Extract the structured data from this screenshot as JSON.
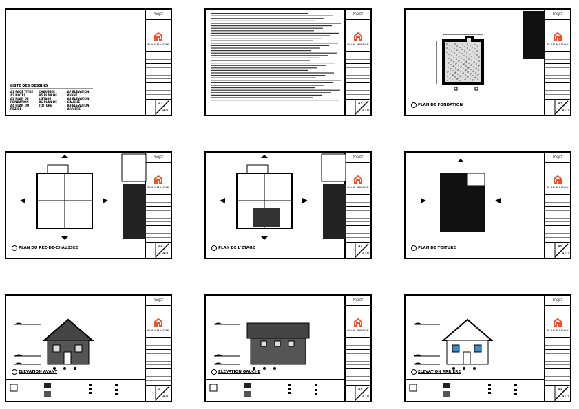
{
  "title_block": {
    "project_label": "PROJET",
    "brand": "PLAN MAISON",
    "accent": "#e8552b"
  },
  "sheets": [
    {
      "type": "list",
      "title": "LISTE DES DESSINS",
      "number": "A1",
      "total": "A10",
      "list_items": [
        "A1 PAGE TITRE",
        "A2 NOTES",
        "A3 PLAN DE FONDATION",
        "A4 PLAN DU REZ-DE-CHAUSSEE",
        "A5 PLAN DE L'ETAGE",
        "A6 PLAN DE TOITURE",
        "A7 ELEVATION AVANT",
        "A8 ELEVATION GAUCHE",
        "A9 ELEVATION ARRIERE"
      ]
    },
    {
      "type": "notes",
      "title": "",
      "number": "A2",
      "total": "A10"
    },
    {
      "type": "foundation",
      "title": "PLAN DE FONDATION",
      "number": "A3",
      "total": "A10"
    },
    {
      "type": "floor",
      "title": "PLAN DU REZ-DE-CHAUSSEE",
      "number": "A4",
      "total": "A10"
    },
    {
      "type": "floor2",
      "title": "PLAN DE L'ETAGE",
      "number": "A5",
      "total": "A10"
    },
    {
      "type": "roof",
      "title": "PLAN DE TOITURE",
      "number": "A6",
      "total": "A10"
    },
    {
      "type": "elev",
      "title": "ELEVATION AVANT",
      "number": "A7",
      "total": "A10"
    },
    {
      "type": "elevside",
      "title": "ELEVATION GAUCHE",
      "number": "A8",
      "total": "A10"
    },
    {
      "type": "elev",
      "title": "ELEVATION ARRIERE",
      "number": "A9",
      "total": "A10"
    }
  ]
}
